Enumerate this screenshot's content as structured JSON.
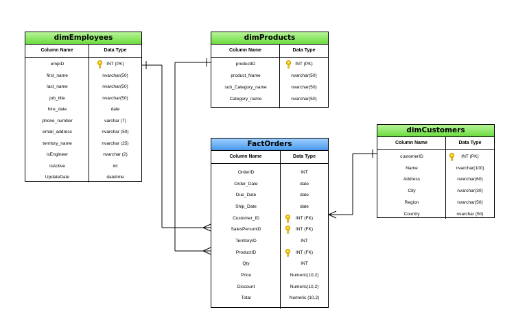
{
  "colors": {
    "dim_header": "#6cdb3e",
    "fact_header": "#4a98ee",
    "key_icon": "#f2c200"
  },
  "icons": {
    "primary_key": "key-icon",
    "foreign_key": "key-icon"
  },
  "column_headers": {
    "name": "Column Name",
    "type": "Data Type"
  },
  "tables": {
    "dimEmployees": {
      "title": "dimEmployees",
      "rows": [
        {
          "name": "empID",
          "type": "INT (PK)",
          "key": true
        },
        {
          "name": "first_name",
          "type": "nvarchar(50)"
        },
        {
          "name": "last_name",
          "type": "nvarchar(50)"
        },
        {
          "name": "job_title",
          "type": "nvarchar(50)"
        },
        {
          "name": "hire_date",
          "type": "date"
        },
        {
          "name": "phone_number",
          "type": "varchar (7)"
        },
        {
          "name": "email_address",
          "type": "nvarchar (50)"
        },
        {
          "name": "territory_name",
          "type": "nvarchar (25)"
        },
        {
          "name": "isEngineer",
          "type": "nvarchar (2)"
        },
        {
          "name": "isActive",
          "type": "int"
        },
        {
          "name": "UpdateDate",
          "type": "datetime"
        }
      ]
    },
    "dimProducts": {
      "title": "dimProducts",
      "rows": [
        {
          "name": "productID",
          "type": "INT (PK)",
          "key": true
        },
        {
          "name": "product_Name",
          "type": "nvarchar(50)"
        },
        {
          "name": "sub_Category_name",
          "type": "nvarchar(50)"
        },
        {
          "name": "Category_name",
          "type": "nvarchar(50)"
        }
      ]
    },
    "dimCustomers": {
      "title": "dimCustomers",
      "rows": [
        {
          "name": "customerID",
          "type": "INT (PK)",
          "key": true
        },
        {
          "name": "Name",
          "type": "nvarchar(100)"
        },
        {
          "name": "Address",
          "type": "nvarchar(60)"
        },
        {
          "name": "City",
          "type": "nvarchar(30)"
        },
        {
          "name": "Region",
          "type": "nvarchar(50)"
        },
        {
          "name": "Country",
          "type": "nvarchar (50)"
        }
      ]
    },
    "FactOrders": {
      "title": "FactOrders",
      "rows": [
        {
          "name": "OrderID",
          "type": "INT"
        },
        {
          "name": "Order_Date",
          "type": "date"
        },
        {
          "name": "Due_Date",
          "type": "date"
        },
        {
          "name": "Ship_Date",
          "type": "date"
        },
        {
          "name": "Customer_ID",
          "type": "INT (FK)",
          "key": true
        },
        {
          "name": "SalesPersonID",
          "type": "INT (FK)",
          "key": true
        },
        {
          "name": "TerritoryID",
          "type": "INT"
        },
        {
          "name": "ProductID",
          "type": "INT (FK)",
          "key": true
        },
        {
          "name": "Qty",
          "type": "INT"
        },
        {
          "name": "Price",
          "type": "Numeric(10,2)"
        },
        {
          "name": "Discount",
          "type": "Numeric(10,2)"
        },
        {
          "name": "Total",
          "type": "Numeric (10,2)"
        }
      ]
    }
  },
  "relationships": [
    {
      "from": "dimEmployees.empID",
      "to": "FactOrders.SalesPersonID",
      "cardinality": "one-to-many"
    },
    {
      "from": "dimProducts.productID",
      "to": "FactOrders.ProductID",
      "cardinality": "one-to-many"
    },
    {
      "from": "dimCustomers.customerID",
      "to": "FactOrders.Customer_ID",
      "cardinality": "one-to-many"
    }
  ]
}
